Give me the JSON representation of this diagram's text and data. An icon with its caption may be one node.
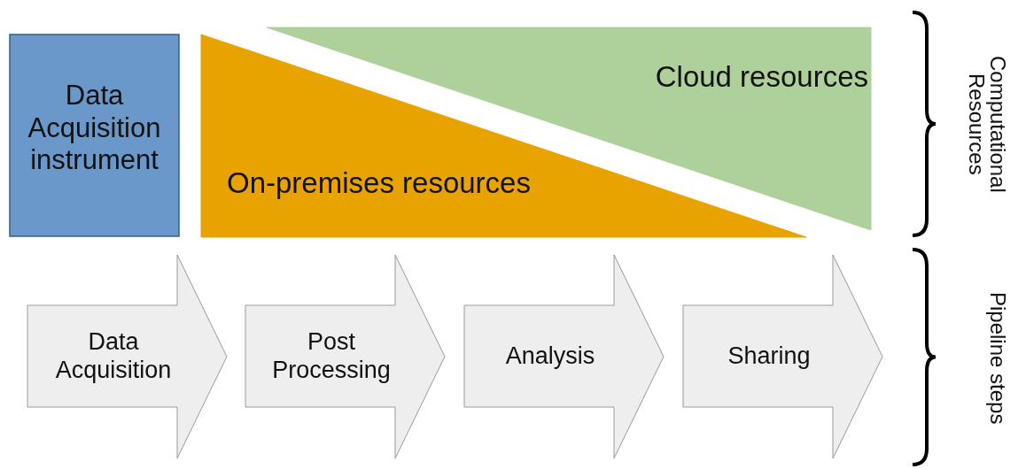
{
  "diagram": {
    "nodes": [
      {
        "text": [
          "Data Acquisition instrument"
        ]
      },
      {
        "text": [
          "Cloud resources"
        ]
      },
      {
        "text": [
          "On-premises resources"
        ]
      },
      {
        "text": [
          "Data Acquisition"
        ]
      },
      {
        "text": [
          "Post Processing"
        ]
      },
      {
        "text": [
          "Analysis"
        ]
      },
      {
        "text": [
          "Sharing"
        ]
      }
    ],
    "labels": [
      "Computational Resources",
      "Pipeline steps"
    ]
  }
}
